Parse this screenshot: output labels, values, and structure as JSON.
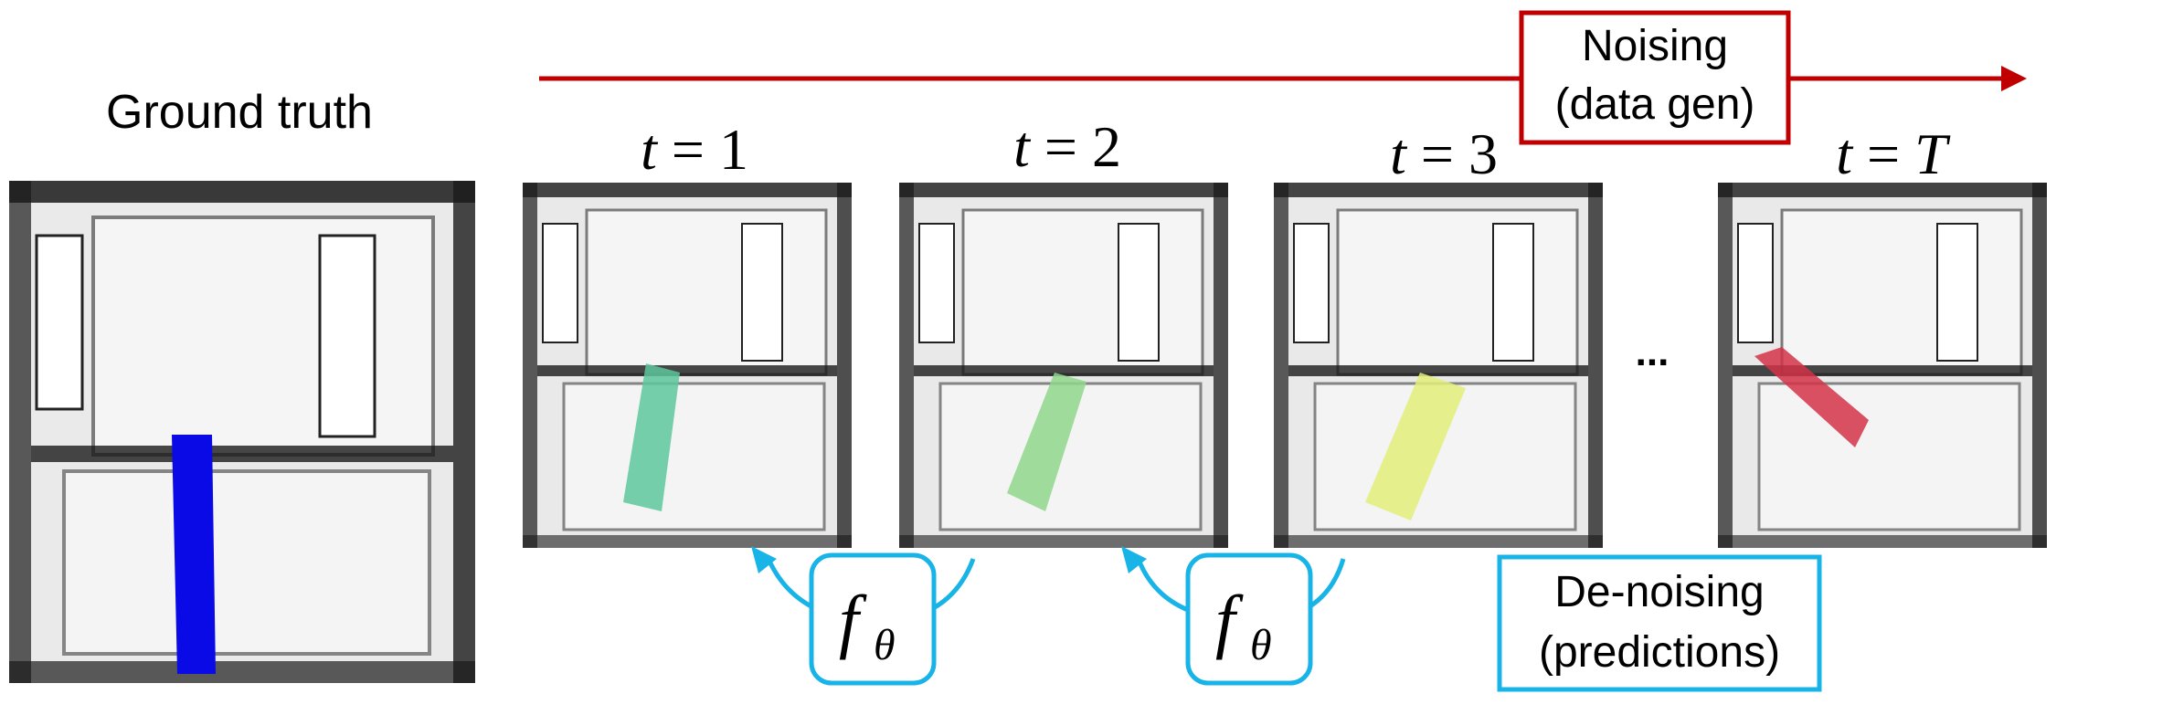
{
  "ground_truth": {
    "label": "Ground truth",
    "object_color": "#0a0ae6"
  },
  "noising": {
    "line1": "Noising",
    "line2": "(data gen)",
    "color": "#c00000"
  },
  "denoising": {
    "line1": "De-noising",
    "line2": "(predictions)",
    "color": "#18b4e8"
  },
  "steps": [
    {
      "var": "t",
      "value": "1",
      "color": "#5ec79c"
    },
    {
      "var": "t",
      "value": "2",
      "color": "#8fd68a"
    },
    {
      "var": "t",
      "value": "3",
      "color": "#e2ee7a"
    },
    {
      "var": "t",
      "value": "T",
      "color": "#d23247"
    }
  ],
  "ellipsis": "...",
  "model": {
    "symbol": "f",
    "subscript": "θ"
  }
}
